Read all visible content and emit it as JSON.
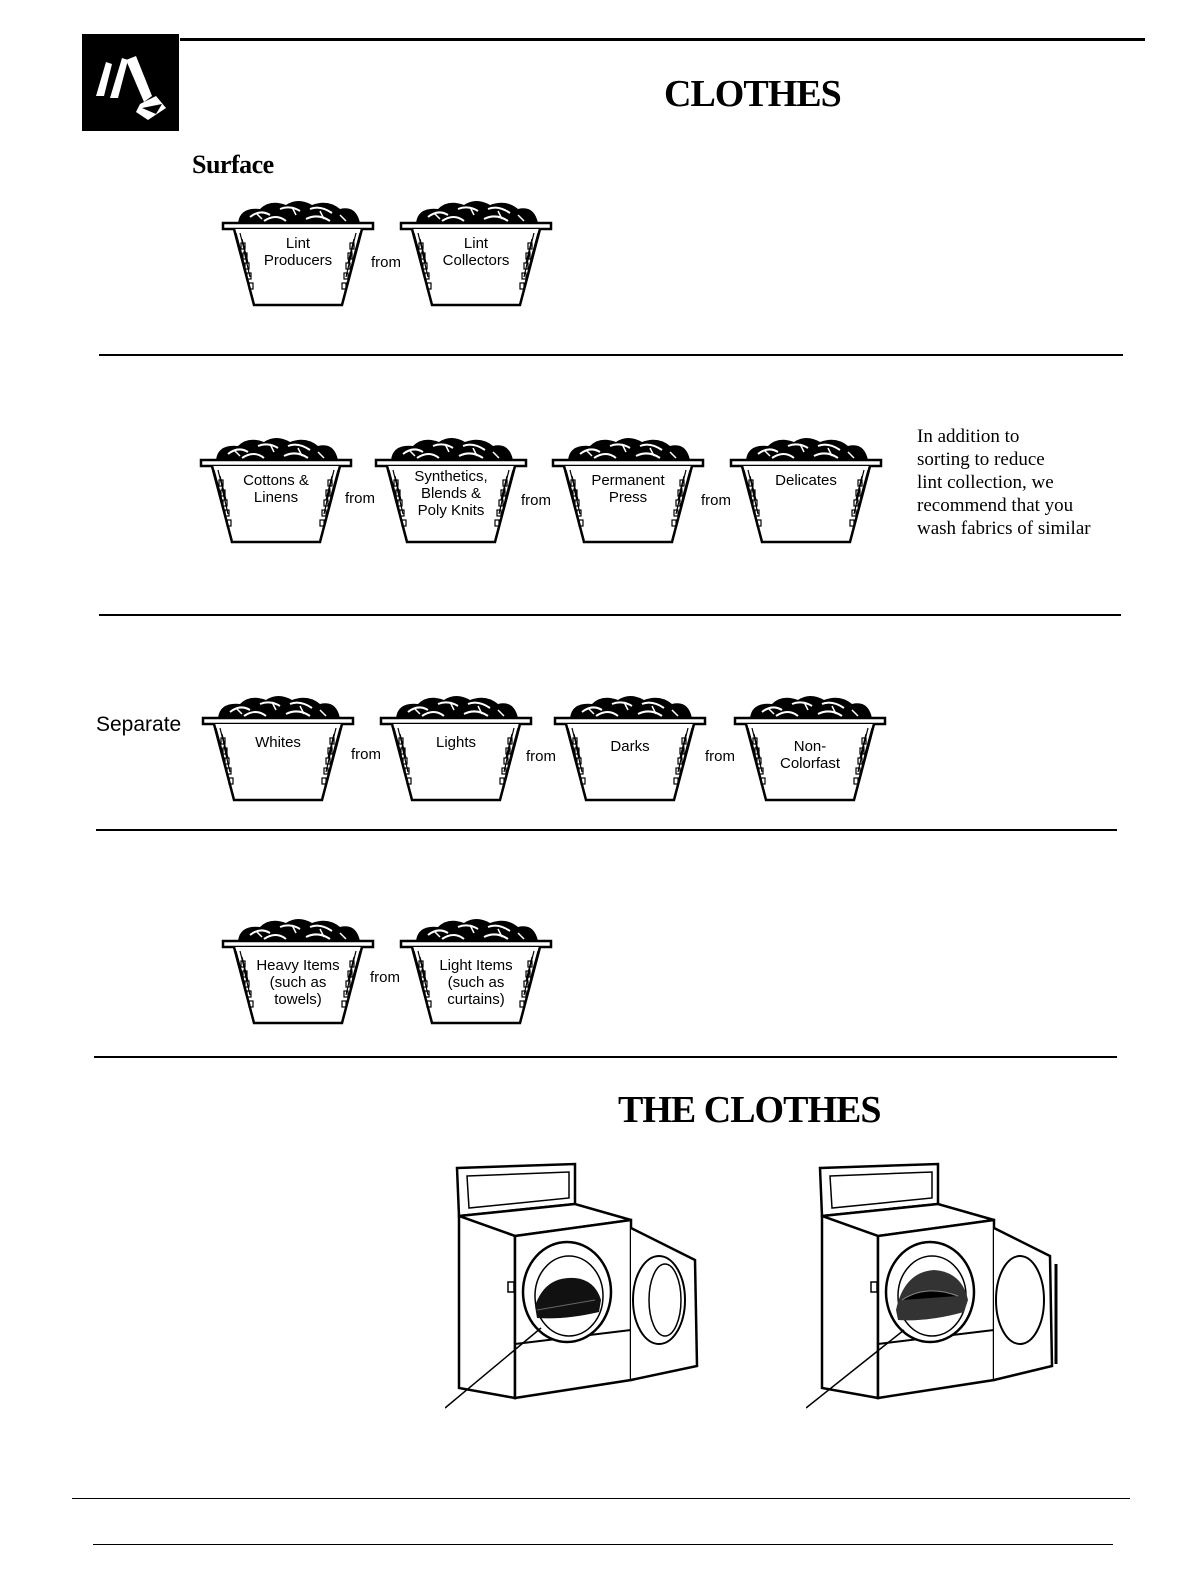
{
  "header": {
    "title": "CLOTHES",
    "icon": "hand-pointing-icon"
  },
  "sections": [
    {
      "label": "Surface",
      "baskets": [
        {
          "label": "Lint\nProducers"
        },
        {
          "label": "Lint\nCollectors"
        }
      ],
      "connector": "from"
    },
    {
      "baskets": [
        {
          "label": "Cottons &\nLinens"
        },
        {
          "label": "Synthetics,\nBlends &\nPoly Knits"
        },
        {
          "label": "Permanent\nPress"
        },
        {
          "label": "Delicates"
        }
      ],
      "connector": "from",
      "note": "In addition to\nsorting to reduce\nlint collection, we\nrecommend that you\nwash fabrics of similar"
    },
    {
      "label": "Separate",
      "baskets": [
        {
          "label": "Whites"
        },
        {
          "label": "Lights"
        },
        {
          "label": "Darks"
        },
        {
          "label": "Non-\nColorfast"
        }
      ],
      "connector": "from"
    },
    {
      "baskets": [
        {
          "label": "Heavy Items\n(such as\ntowels)"
        },
        {
          "label": "Light Items\n(such as\ncurtains)"
        }
      ],
      "connector": "from"
    }
  ],
  "loading": {
    "title": "THE CLOTHES",
    "dryers": [
      {
        "icon": "dryer-proper-load-icon"
      },
      {
        "icon": "dryer-overload-icon"
      }
    ]
  },
  "colors": {
    "ink": "#000000",
    "paper": "#ffffff"
  }
}
